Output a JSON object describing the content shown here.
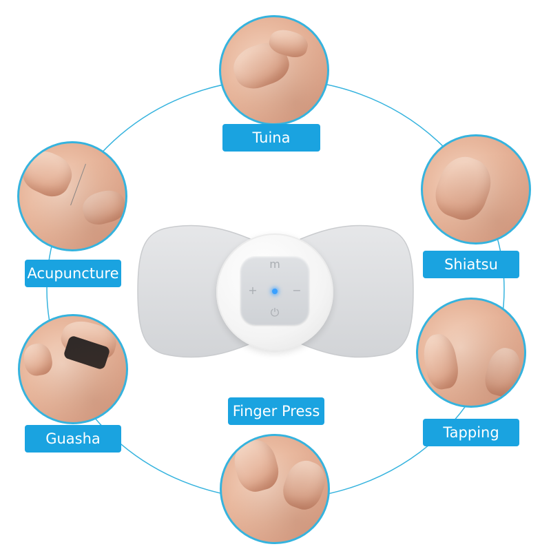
{
  "colors": {
    "ring": "#35b3de",
    "label_bg": "#1aa3e0",
    "label_text": "#ffffff",
    "device_pad": "#dadbdd",
    "device_led": "#3aa0ff"
  },
  "techniques": [
    {
      "id": "tuina",
      "label": "Tuina",
      "icon": "massage-kneading-photo"
    },
    {
      "id": "shiatsu",
      "label": "Shiatsu",
      "icon": "massage-shoulder-photo"
    },
    {
      "id": "tapping",
      "label": "Tapping",
      "icon": "massage-neck-tapping-photo"
    },
    {
      "id": "finger-press",
      "label": "Finger Press",
      "icon": "massage-finger-press-photo"
    },
    {
      "id": "guasha",
      "label": "Guasha",
      "icon": "guasha-stone-photo"
    },
    {
      "id": "acupuncture",
      "label": "Acupuncture",
      "icon": "acupuncture-needle-photo"
    }
  ],
  "device": {
    "mode_symbol": "m",
    "plus_symbol": "+",
    "minus_symbol": "−",
    "power_symbol": "⏻"
  }
}
